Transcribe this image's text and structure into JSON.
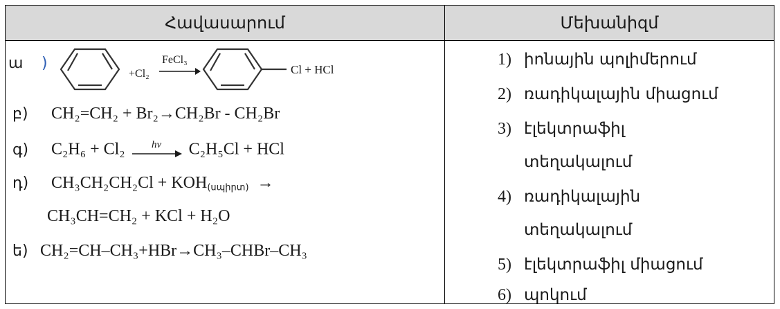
{
  "table": {
    "header_left": "Հավասարում",
    "header_right": "Մեխանիզմ"
  },
  "reactions": {
    "a": {
      "letter": "ա",
      "paren": ")",
      "plus_cl2": "+Cl₂",
      "catalyst": "FeCl₃",
      "product_tail": "Cl + HCl"
    },
    "b": {
      "letter": "բ)",
      "text": "CH₂=CH₂ + Br₂→CH₂Br - CH₂Br"
    },
    "g": {
      "letter": "գ)",
      "left": "C₂H₆ + Cl₂",
      "cond": "hν",
      "right": "C₂H₅Cl + HCl"
    },
    "d": {
      "letter": "դ)",
      "line1": "CH₃CH₂CH₂Cl + KOH",
      "line1_sub": "(սպիրտ)",
      "arrow": "→",
      "line2": "CH₃CH=CH₂ + KCl + H₂O"
    },
    "e": {
      "letter": "ե)",
      "text": "CH₂=CH–CH₃+HBr→CH₃–CHBr–CH₃"
    }
  },
  "mechanisms": [
    {
      "num": "1)",
      "text": "իոնային  պոլիմերում"
    },
    {
      "num": "2)",
      "text": "ռադիկալային միացում"
    },
    {
      "num": "3)",
      "text": "էլեկտրաֆիլ",
      "cont": "տեղակալում"
    },
    {
      "num": "4)",
      "text": "ռադիկալային",
      "cont": "տեղակալում"
    },
    {
      "num": "5)",
      "text": "էլեկտրաֆիլ միացում"
    },
    {
      "num": "6)",
      "text": "պոկում"
    }
  ]
}
